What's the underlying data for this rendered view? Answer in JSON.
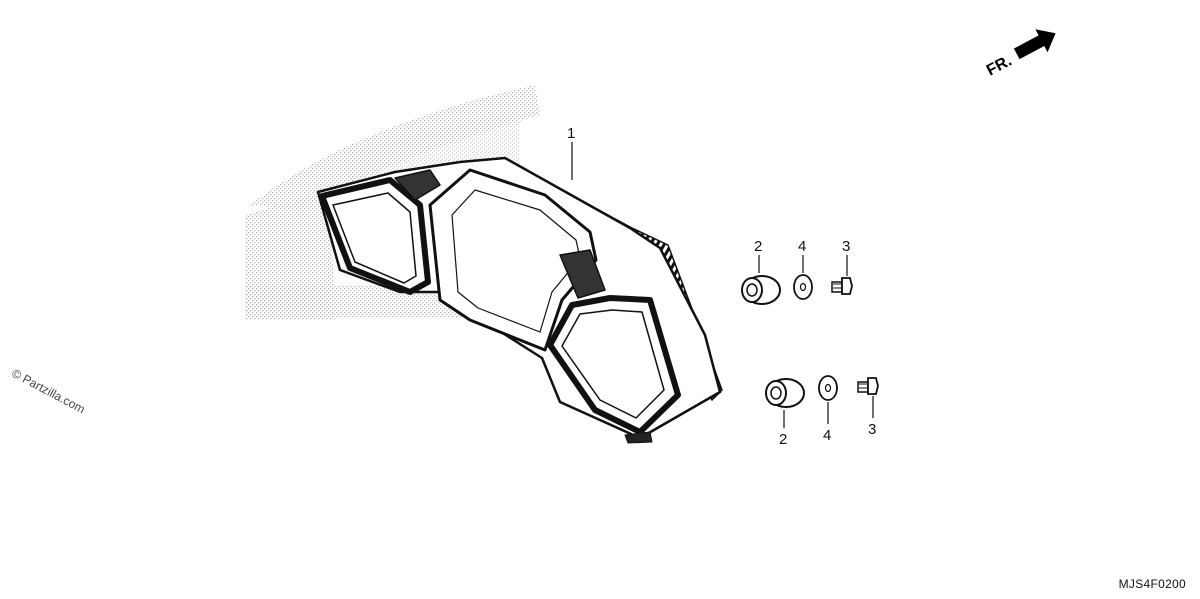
{
  "diagram": {
    "part_labels": {
      "meter_assembly": "1",
      "grommet_upper": "2",
      "washer_upper": "4",
      "screw_upper": "3",
      "grommet_lower": "2",
      "washer_lower": "4",
      "screw_lower": "3"
    },
    "direction_label": "FR.",
    "diagram_code": "MJS4F0200",
    "watermark": "© Partzilla.com",
    "colors": {
      "line": "#111111",
      "fill": "#ffffff",
      "dither": "#bdbdbd"
    }
  }
}
